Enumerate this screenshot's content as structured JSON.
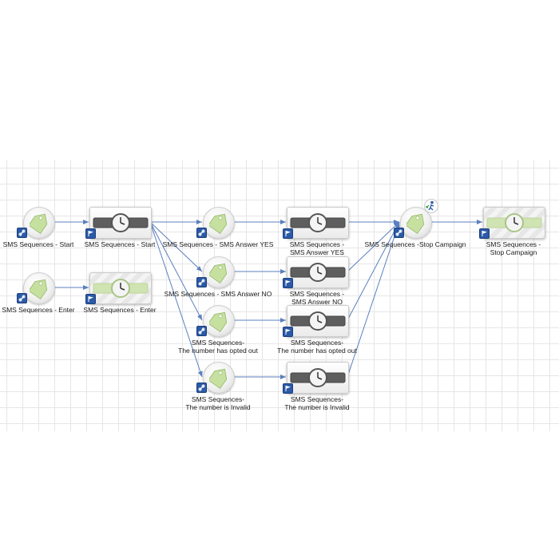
{
  "diagram": {
    "nodes": [
      {
        "id": "n1",
        "kind": "tag",
        "icon": "tag-icon",
        "badge": "link-icon",
        "line1": "SMS Sequences - Start",
        "line2": ""
      },
      {
        "id": "n2",
        "kind": "wait",
        "icon": "clock-icon",
        "badge": "flag-icon",
        "line1": "SMS Sequences - Start",
        "line2": ""
      },
      {
        "id": "n3",
        "kind": "tag",
        "icon": "tag-icon",
        "badge": "link-icon",
        "line1": "SMS Sequences - Enter",
        "line2": ""
      },
      {
        "id": "n4",
        "kind": "wait",
        "icon": "clock-icon",
        "badge": "flag-icon",
        "line1": "SMS Sequences - Enter",
        "line2": "",
        "style": "light"
      },
      {
        "id": "n5",
        "kind": "tag",
        "icon": "tag-icon",
        "badge": "link-icon",
        "line1": "SMS Sequences - SMS Answer YES",
        "line2": ""
      },
      {
        "id": "n6",
        "kind": "wait",
        "icon": "clock-icon",
        "badge": "flag-icon",
        "line1": "SMS Sequences -",
        "line2": "SMS Answer YES"
      },
      {
        "id": "n7",
        "kind": "tag",
        "icon": "tag-icon",
        "badge": "link-icon",
        "line1": "SMS Sequences - SMS Answer NO",
        "line2": ""
      },
      {
        "id": "n8",
        "kind": "wait",
        "icon": "clock-icon",
        "badge": "flag-icon",
        "line1": "SMS Sequences -",
        "line2": "SMS Answer NO"
      },
      {
        "id": "n9",
        "kind": "tag",
        "icon": "tag-icon",
        "badge": "link-icon",
        "line1": "SMS Sequences-",
        "line2": "The number has opted out"
      },
      {
        "id": "n10",
        "kind": "wait",
        "icon": "clock-icon",
        "badge": "flag-icon",
        "line1": "SMS Sequences-",
        "line2": "The number has opted out"
      },
      {
        "id": "n11",
        "kind": "tag",
        "icon": "tag-icon",
        "badge": "link-icon",
        "line1": "SMS Sequences-",
        "line2": "The number is Invalid"
      },
      {
        "id": "n12",
        "kind": "wait",
        "icon": "clock-icon",
        "badge": "flag-icon",
        "line1": "SMS Sequences-",
        "line2": "The number is Invalid"
      },
      {
        "id": "n13",
        "kind": "tag",
        "icon": "tag-icon",
        "badge": "link-icon",
        "line1": "SMS Sequences -Stop Campaign",
        "line2": "",
        "extra": "person-icon"
      },
      {
        "id": "n14",
        "kind": "wait",
        "icon": "clock-icon",
        "badge": "flag-icon",
        "line1": "SMS Sequences -",
        "line2": "Stop Campaign",
        "style": "light"
      }
    ],
    "edges": [
      {
        "from": "n1",
        "to": "n2"
      },
      {
        "from": "n3",
        "to": "n4"
      },
      {
        "from": "n2",
        "to": "n5"
      },
      {
        "from": "n2",
        "to": "n7"
      },
      {
        "from": "n2",
        "to": "n9"
      },
      {
        "from": "n2",
        "to": "n11"
      },
      {
        "from": "n5",
        "to": "n6"
      },
      {
        "from": "n7",
        "to": "n8"
      },
      {
        "from": "n9",
        "to": "n10"
      },
      {
        "from": "n11",
        "to": "n12"
      },
      {
        "from": "n6",
        "to": "n13"
      },
      {
        "from": "n8",
        "to": "n13"
      },
      {
        "from": "n10",
        "to": "n13"
      },
      {
        "from": "n12",
        "to": "n13"
      },
      {
        "from": "n13",
        "to": "n14"
      }
    ],
    "colors": {
      "edge": "#5b7fbf",
      "badge": "#2b5aa7",
      "tag_fill": "#c6e0a0",
      "wait_dark": "#5e5e5e",
      "wait_light": "#cfe3b3"
    }
  }
}
